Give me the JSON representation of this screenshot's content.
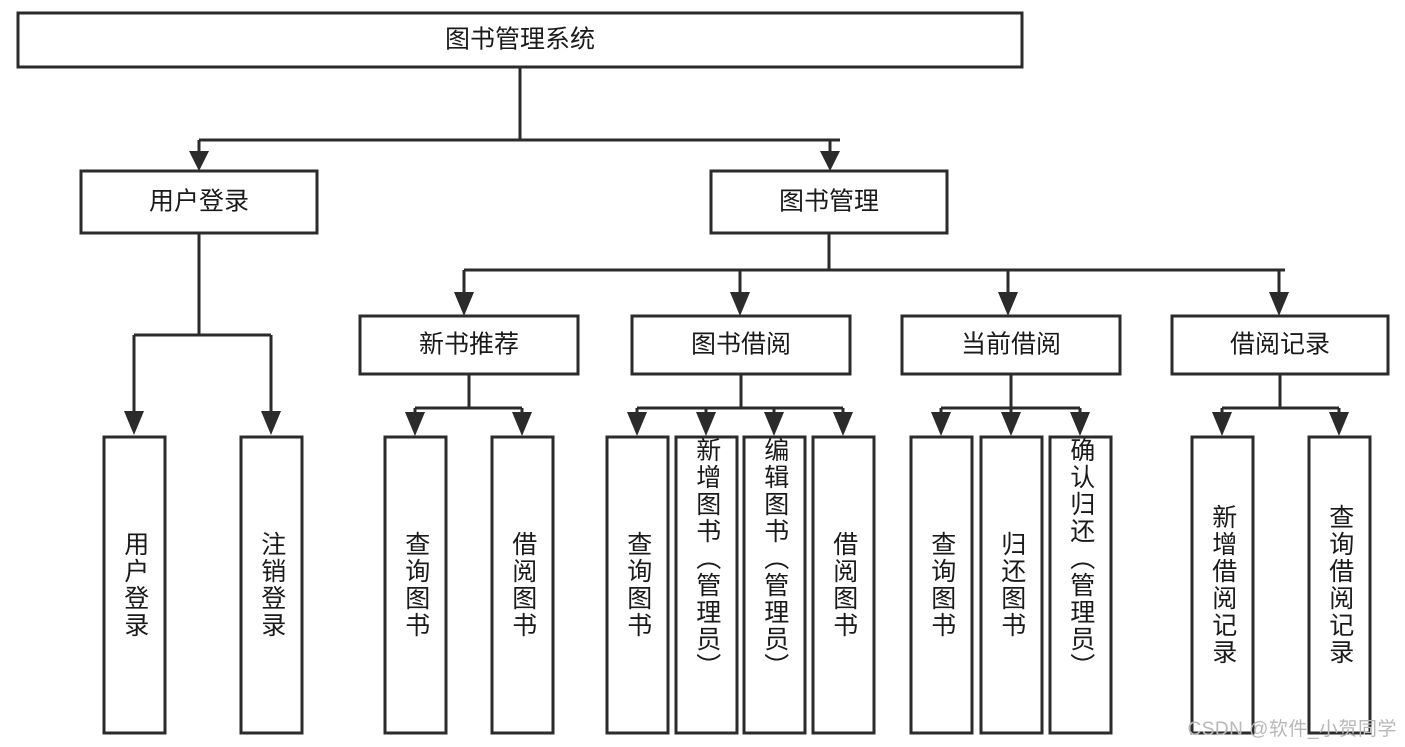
{
  "diagram": {
    "type": "hierarchy-tree",
    "title": "图书管理系统",
    "orientation": "top-down",
    "colors": {
      "box_fill": "#ffffff",
      "box_stroke": "#2b2b2b",
      "text": "#1a1a1a",
      "watermark": "#b8b8b8",
      "background": "#ffffff"
    },
    "root": {
      "label": "图书管理系统"
    },
    "level2": [
      {
        "label": "用户登录"
      },
      {
        "label": "图书管理"
      }
    ],
    "level3": [
      {
        "label": "新书推荐"
      },
      {
        "label": "图书借阅"
      },
      {
        "label": "当前借阅"
      },
      {
        "label": "借阅记录"
      }
    ],
    "leaves": {
      "user_login": [
        {
          "label": "用户登录"
        },
        {
          "label": "注销登录"
        }
      ],
      "new_book_recommend": [
        {
          "label": "查询图书"
        },
        {
          "label": "借阅图书"
        }
      ],
      "book_borrow": [
        {
          "label": "查询图书"
        },
        {
          "label": "新增图书（管理员）"
        },
        {
          "label": "编辑图书（管理员）"
        },
        {
          "label": "借阅图书"
        }
      ],
      "current_borrow": [
        {
          "label": "查询图书"
        },
        {
          "label": "归还图书"
        },
        {
          "label": "确认归还（管理员）"
        }
      ],
      "borrow_record": [
        {
          "label": "新增借阅记录"
        },
        {
          "label": "查询借阅记录"
        }
      ]
    }
  },
  "watermark": {
    "text": "CSDN @软件_小贺同学"
  }
}
